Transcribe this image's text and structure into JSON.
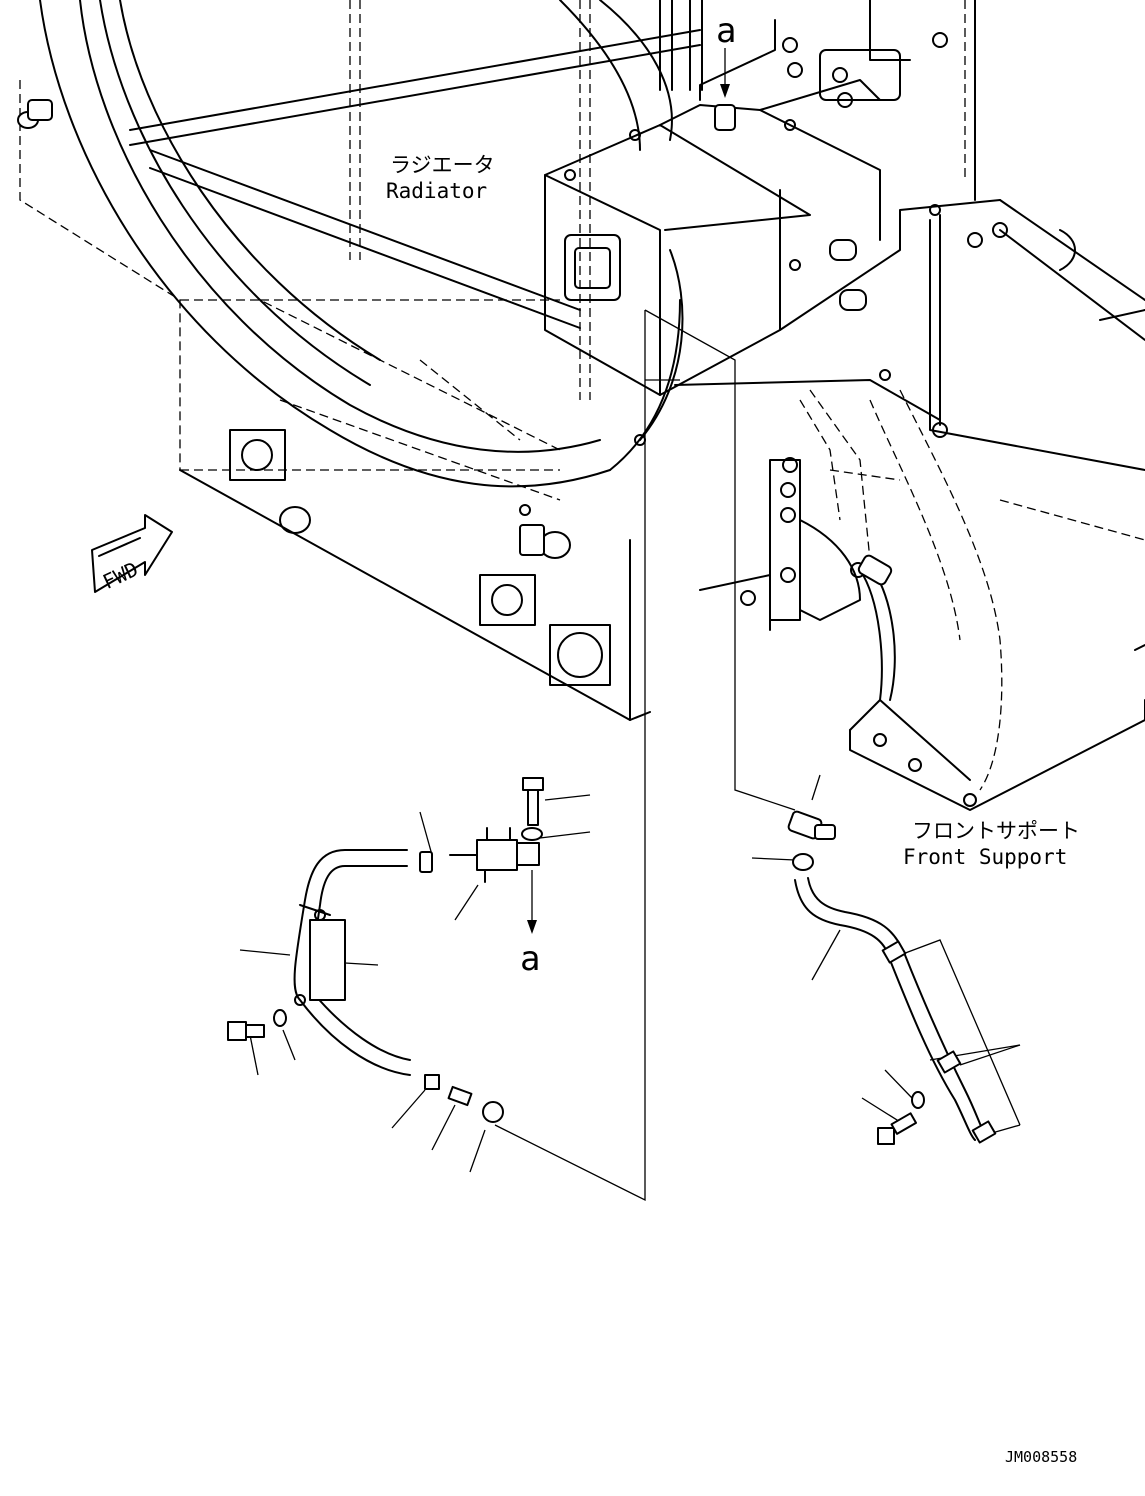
{
  "labels": {
    "radiator_jp": "ラジエータ",
    "radiator_en": "Radiator",
    "front_support_jp": "フロントサポート",
    "front_support_en": "Front Support",
    "fwd": "FWD",
    "ref_a_top": "a",
    "ref_a_bottom": "a",
    "drawing_number": "JM008558"
  }
}
